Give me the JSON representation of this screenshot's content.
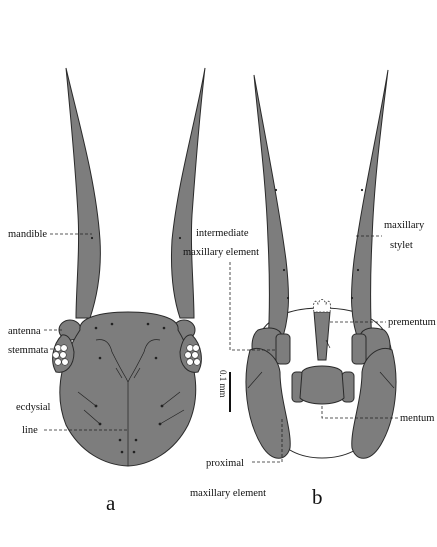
{
  "labels": {
    "mandible": "mandible",
    "antenna": "antenna",
    "stemmata": "stemmata",
    "ecdysial_1": "ecdysial",
    "ecdysial_2": "line",
    "intermediate_1": "intermediate",
    "intermediate_2": "maxillary element",
    "maxillary_1": "maxillary",
    "maxillary_2": "stylet",
    "prementum": "prementum",
    "mentum": "mentum",
    "proximal_1": "proximal",
    "proximal_2": "maxillary element",
    "scale": "0.1 mm"
  },
  "panels": {
    "a": "a",
    "b": "b"
  },
  "colors": {
    "fill": "#7d7d7d",
    "outline": "#2a2a2a",
    "stemmata": "#ffffff"
  }
}
